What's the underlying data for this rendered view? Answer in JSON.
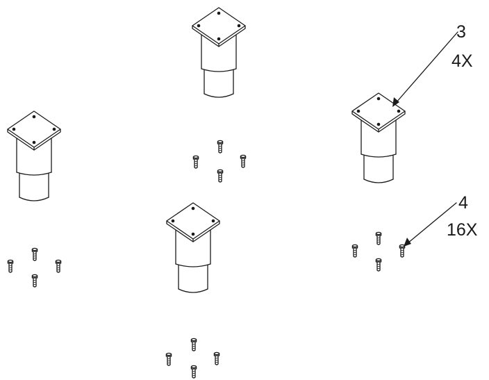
{
  "callouts": [
    {
      "number": "3",
      "quantity": "4X"
    },
    {
      "number": "4",
      "quantity": "16X"
    }
  ],
  "colors": {
    "ink": "#1a1a1a",
    "background": "#ffffff"
  },
  "icons": {
    "leg": "adjustable-leg-assembly-icon",
    "screw": "mounting-screw-icon"
  }
}
